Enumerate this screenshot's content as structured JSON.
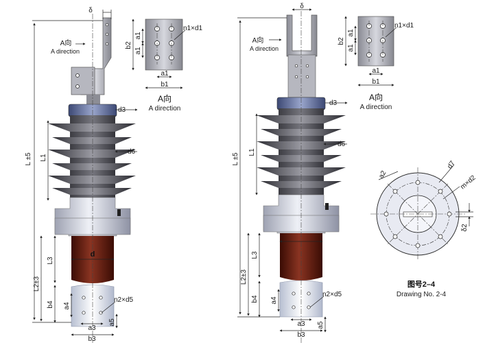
{
  "colors": {
    "porcelain": "#d4d6e0",
    "shed_dark": "#3e3e44",
    "shed_mid": "#8c8c94",
    "cap_blue": "#5a6a96",
    "brown": "#5a1608",
    "brown_light": "#8a3422",
    "terminal": "#a9aab2",
    "lower_terminal": "#d8dce6"
  },
  "labels": {
    "delta": "δ",
    "a_dir_cn": "A向",
    "a_dir_en": "A direction",
    "n1d1": "n1×d1",
    "n2d5": "n2×d5",
    "a1": "a1",
    "b1": "b1",
    "b2": "b2",
    "d": "d",
    "d3": "d3",
    "d6": "d6",
    "d7": "d7",
    "d2": "m×d2",
    "delta2": "δ2",
    "a2": "a2",
    "L": "L ±5",
    "L1": "L1",
    "L2": "L2±3",
    "L3": "L3",
    "a3": "a3",
    "a4": "a4",
    "a5": "a5",
    "b3": "b3",
    "b4": "b4",
    "fig_cn": "图号2–4",
    "fig_en": "Drawing No. 2-4"
  }
}
